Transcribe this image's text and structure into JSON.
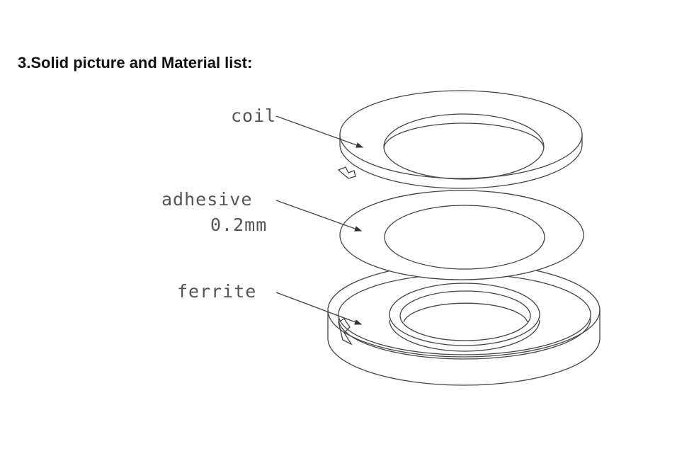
{
  "section_title": "3.Solid picture and Material list:",
  "diagram": {
    "labels": {
      "coil": "coil",
      "adhesive": "adhesive",
      "adhesive_thickness": "0.2mm",
      "ferrite": "ferrite"
    }
  }
}
